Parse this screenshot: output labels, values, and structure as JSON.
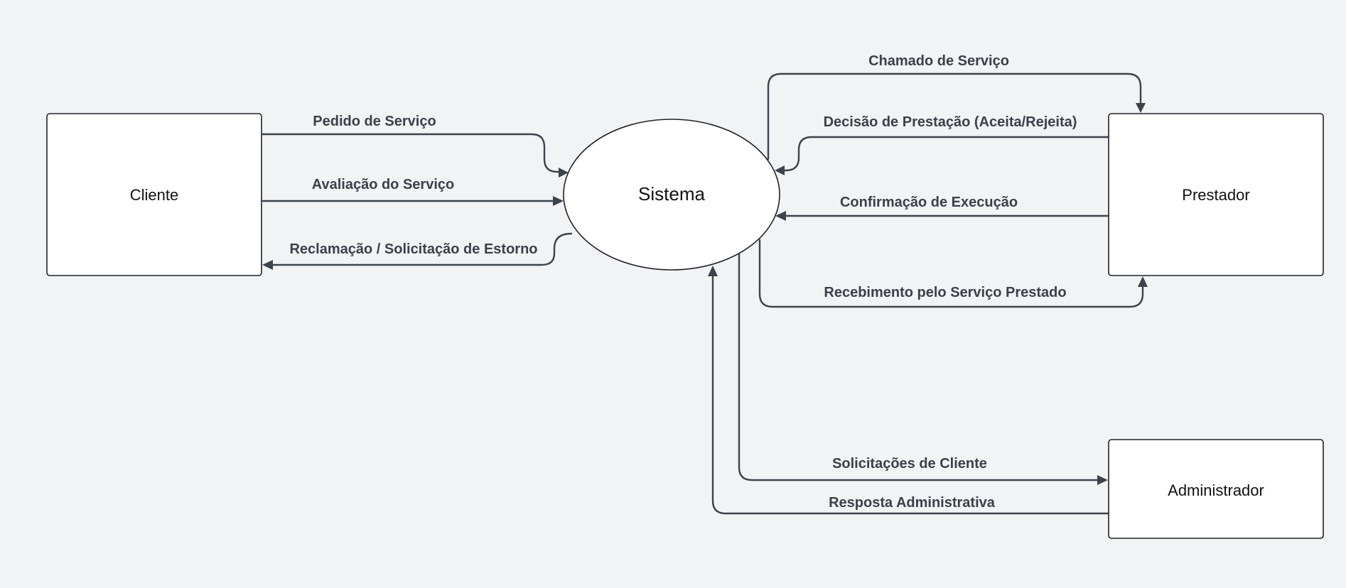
{
  "entities": {
    "cliente": "Cliente",
    "sistema": "Sistema",
    "prestador": "Prestador",
    "administrador": "Administrador"
  },
  "flows": {
    "pedido_servico": "Pedido de Serviço",
    "avaliacao_servico": "Avaliação do Serviço",
    "reclamacao_estorno": "Reclamação / Solicitação de Estorno",
    "chamado_servico": "Chamado de Serviço",
    "decisao_prestacao": "Decisão de Prestação (Aceita/Rejeita)",
    "confirmacao_execucao": "Confirmação de Execução",
    "recebimento_servico": "Recebimento pelo Serviço Prestado",
    "solicitacoes_cliente": "Solicitações de Cliente",
    "resposta_administrativa": "Resposta Administrativa"
  },
  "colors": {
    "background": "#f1f3f5",
    "node_fill": "#ffffff",
    "line": "#3c434c",
    "label": "#3a414a"
  }
}
